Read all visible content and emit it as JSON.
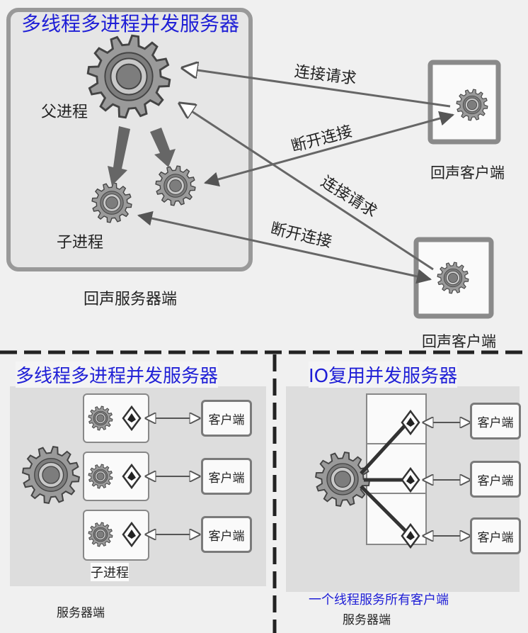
{
  "top": {
    "title": "多线程多进程并发服务器",
    "parent_label": "父进程",
    "child_label": "子进程",
    "server_caption": "回声服务器端",
    "arrow_connect_1": "连接请求",
    "arrow_disconnect_1": "断开连接",
    "arrow_connect_2": "连接请求",
    "arrow_disconnect_2": "断开连接",
    "client1_caption": "回声客户端",
    "client2_caption": "回声客户端"
  },
  "bottom_left": {
    "title": "多线程多进程并发服务器",
    "clients": [
      "客户端",
      "客户端",
      "客户端"
    ],
    "child_label": "子进程",
    "server_caption": "服务器端"
  },
  "bottom_right": {
    "title": "IO复用并发服务器",
    "clients": [
      "客户端",
      "客户端",
      "客户端"
    ],
    "note": "一个线程服务所有客户端",
    "server_caption": "服务器端"
  },
  "icons": [
    "gear-icon",
    "diamond-icon"
  ]
}
